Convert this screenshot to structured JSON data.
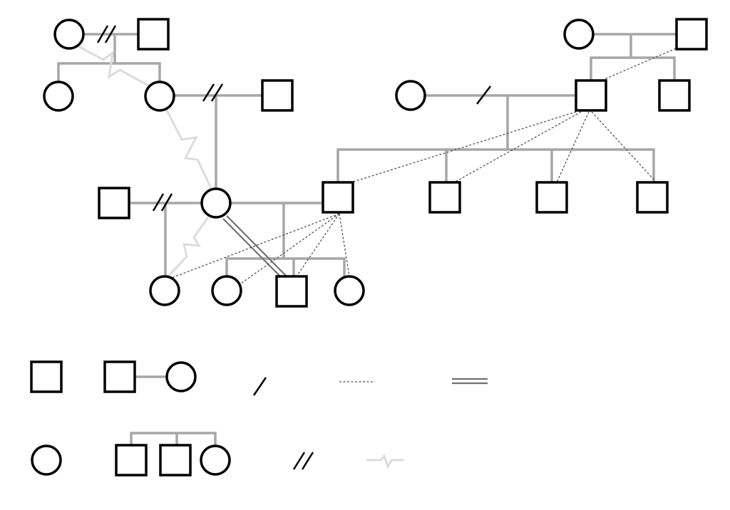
{
  "diagram": {
    "type": "genogram",
    "colors": {
      "person_stroke": "#000000",
      "relationship_line": "#a6a6a6",
      "distant_line": "#555555",
      "close_line": "#707070",
      "conflict_line": "#dcdcdc",
      "separation_mark": "#000000"
    },
    "legend_symbols": [
      "male-square",
      "marriage-line",
      "separation-slash",
      "distant-dotted-line",
      "close-double-line",
      "female-circle",
      "siblings-bracket",
      "divorce-double-slash",
      "conflict-zigzag-line"
    ]
  }
}
